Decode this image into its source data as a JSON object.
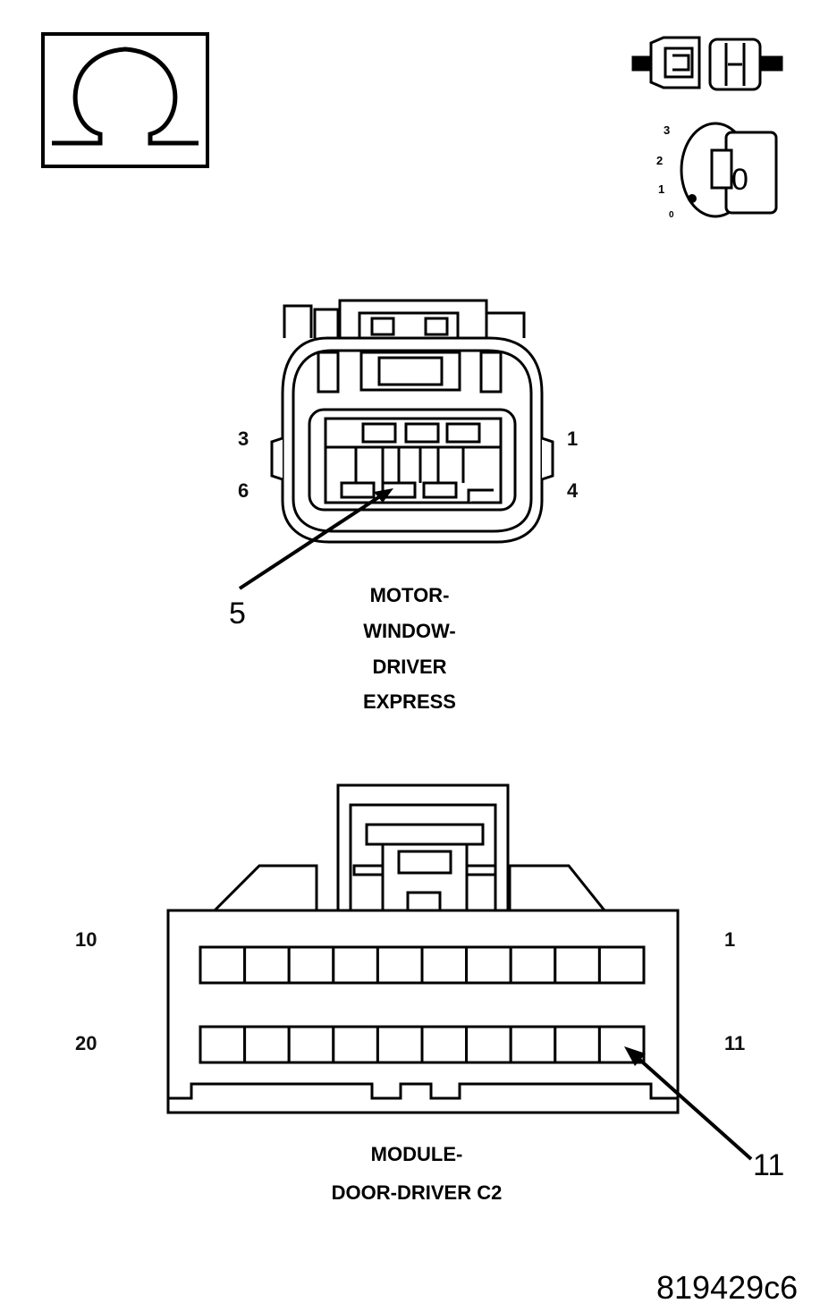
{
  "connector_top": {
    "pin_labels": {
      "top_left": "3",
      "top_right": "1",
      "bottom_left": "6",
      "bottom_right": "4"
    },
    "callout": "5",
    "caption_lines": [
      "MOTOR-",
      "WINDOW-",
      "DRIVER",
      "EXPRESS"
    ]
  },
  "connector_bottom": {
    "pin_labels": {
      "top_left": "10",
      "top_right": "1",
      "bottom_left": "20",
      "bottom_right": "11"
    },
    "callout": "11",
    "caption_lines": [
      "MODULE-",
      "DOOR-DRIVER C2"
    ],
    "cavities_per_row": 10
  },
  "ignition_key": {
    "positions": [
      "3",
      "2",
      "1",
      "0"
    ],
    "key_face": "0"
  },
  "figure_id": "819429c6"
}
